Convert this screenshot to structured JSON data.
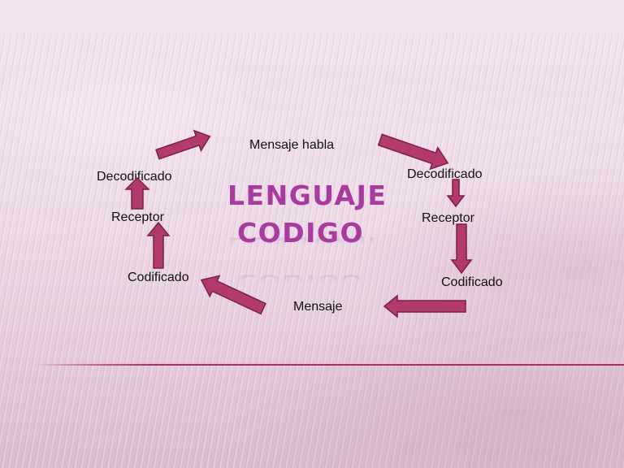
{
  "slide": {
    "title_lines": [
      "LENGUAJE",
      "CODIGO"
    ],
    "colors": {
      "title": "#a83c9e",
      "arrow_fill": "#b23a6c",
      "arrow_stroke": "#7d2148",
      "divider": "#9a3a64",
      "background": "#f3e3ee"
    },
    "labels": {
      "top": "Mensaje habla",
      "left_decodificado": "Decodificado",
      "left_receptor": "Receptor",
      "left_codificado": "Codificado",
      "right_decodificado": "Decodificado",
      "right_receptor": "Receptor",
      "right_codificado": "Codificado",
      "bottom": "Mensaje"
    },
    "arrows": [
      {
        "name": "arrow-up-right-top-left",
        "direction": "up-right"
      },
      {
        "name": "arrow-down-right-top-right",
        "direction": "down-right"
      },
      {
        "name": "arrow-down-right-small",
        "direction": "down"
      },
      {
        "name": "arrow-down-right-long",
        "direction": "down"
      },
      {
        "name": "arrow-left-bottom",
        "direction": "left"
      },
      {
        "name": "arrow-up-left-bottom",
        "direction": "up-left"
      },
      {
        "name": "arrow-up-left-long",
        "direction": "up"
      },
      {
        "name": "arrow-up-left-small",
        "direction": "up"
      }
    ]
  }
}
